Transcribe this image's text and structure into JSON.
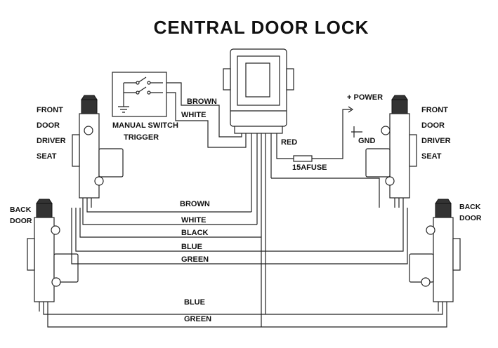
{
  "title": "CENTRAL DOOR LOCK",
  "labels": {
    "front_left": [
      "FRONT",
      "DOOR",
      "DRIVER",
      "SEAT"
    ],
    "front_right": [
      "FRONT",
      "DOOR",
      "DRIVER",
      "SEAT"
    ],
    "back_left": [
      "BACK",
      "DOOR"
    ],
    "back_right": [
      "BACK",
      "DOOR"
    ],
    "switch": [
      "MANUAL SWITCH",
      "TRIGGER"
    ],
    "power": "+ POWER",
    "gnd": "GND",
    "red": "RED",
    "fuse": "15AFUSE"
  },
  "wires": {
    "switch_brown": "BROWN",
    "switch_white": "WHITE",
    "brown": "BROWN",
    "white": "WHITE",
    "black": "BLACK",
    "blue": "BLUE",
    "green": "GREEN",
    "bottom_blue": "BLUE",
    "bottom_green": "GREEN"
  }
}
